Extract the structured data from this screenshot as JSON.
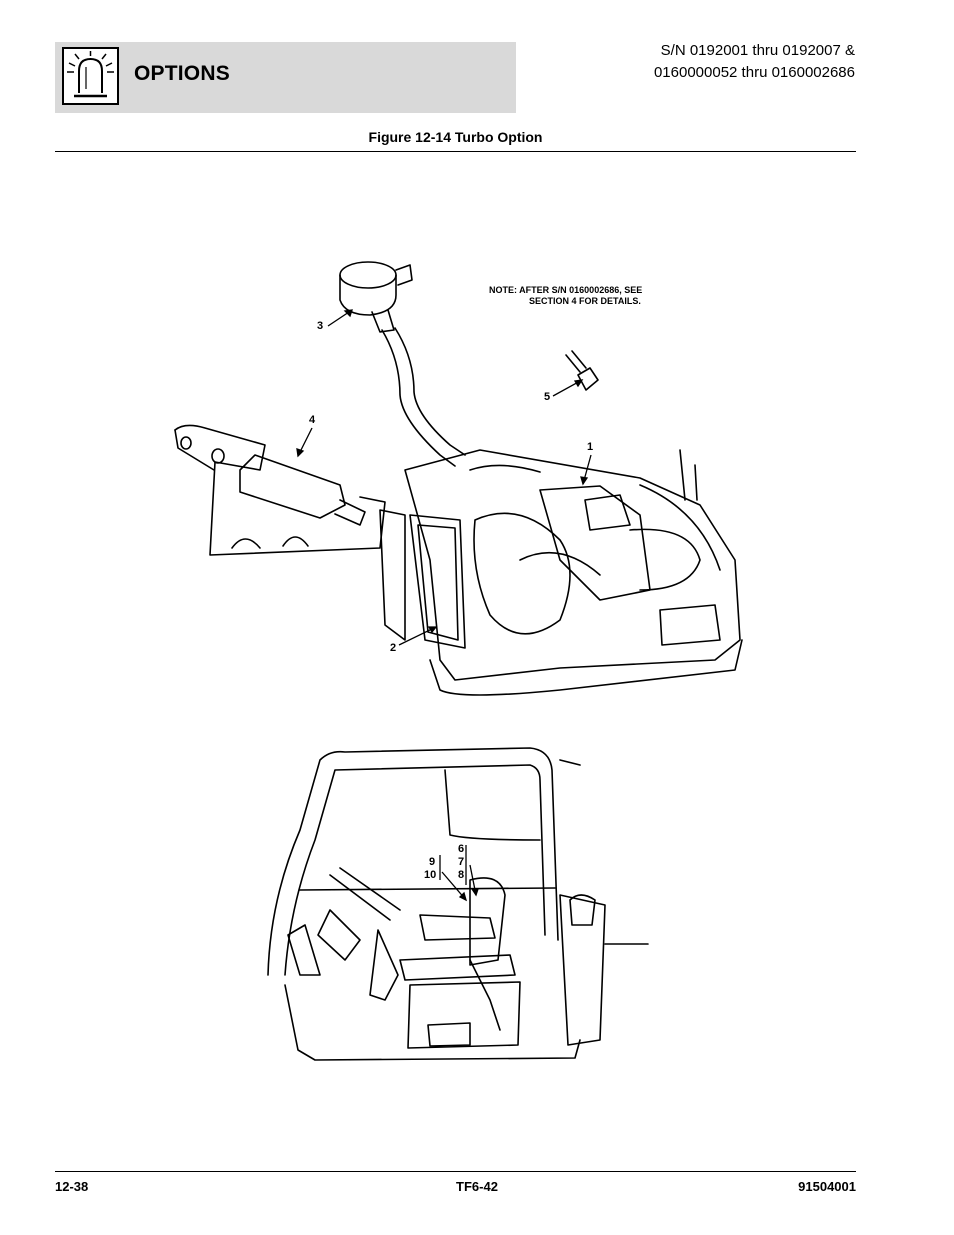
{
  "header": {
    "title": "OPTIONS",
    "serial_line1": "S/N 0192001 thru 0192007 &",
    "serial_line2": "0160000052 thru 0160002686"
  },
  "figure": {
    "caption": "Figure 12-14 Turbo Option",
    "note_line1": "NOTE:  AFTER S/N 0160002686, SEE",
    "note_line2": "SECTION 4 FOR DETAILS.",
    "callouts": {
      "c1": "1",
      "c2": "2",
      "c3": "3",
      "c4": "4",
      "c5": "5",
      "c6": "6",
      "c7": "7",
      "c8": "8",
      "c9": "9",
      "c10": "10"
    }
  },
  "footer": {
    "page_number": "12-38",
    "model": "TF6-42",
    "doc_number": "91504001"
  }
}
